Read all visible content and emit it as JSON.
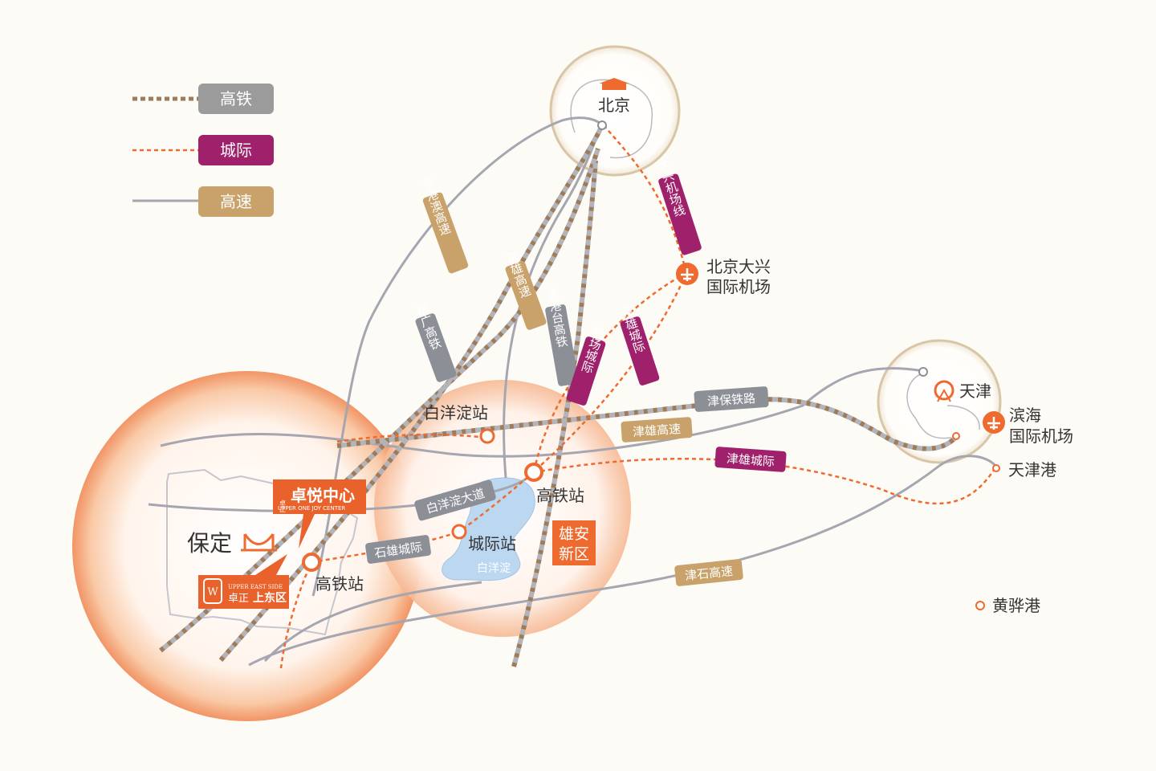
{
  "legend": {
    "high_speed_rail": {
      "label": "高铁",
      "color": "#9b9b9b"
    },
    "intercity": {
      "label": "城际",
      "color": "#a0216b"
    },
    "expressway": {
      "label": "高速",
      "color": "#c8a26a"
    }
  },
  "colors": {
    "rail_brown": "#9e7b5b",
    "intercity_orange": "#ee6a2f",
    "highway_gray": "#a6a6b0",
    "label_gray": "#8c8f96",
    "label_gold": "#c8a26a",
    "label_magenta": "#a0216b",
    "project_orange": "#e9622b"
  },
  "places": {
    "beijing": "北京",
    "tianjin": "天津",
    "daxing_airport": [
      "北京大兴",
      "国际机场"
    ],
    "binhai_airport": [
      "滨海",
      "国际机场"
    ],
    "tianjin_port": "天津港",
    "huanghua_port": "黄骅港",
    "baoding": "保定",
    "baiyangdian_station": "白洋淀站",
    "xiongan_hsr_station": "高铁站",
    "xiongan_intercity_station": "城际站",
    "baoding_hsr_station": "高铁站",
    "baiyangdian_lake": "白洋淀",
    "xiongan_new_area": [
      "雄安",
      "新区"
    ]
  },
  "routes": {
    "jinggangao_expressway": "京港澳高速",
    "jingguang_hsr": "京广高铁",
    "jingxiong_expressway": "京雄高速",
    "jinggangtai_hsr": "京港台高铁",
    "airport_intercity": "机场城际",
    "jingxiong_intercity": "京雄城际",
    "daxing_airport_line": "大兴机场线",
    "jinbao_railway": "津保铁路",
    "jinxiong_expressway": "津雄高速",
    "jinxiong_intercity": "津雄城际",
    "baiyangdian_avenue": "白洋淀大道",
    "shixiong_intercity": "石雄城际",
    "jinshi_expressway": "津石高速"
  },
  "projects": {
    "joy_center": {
      "brand": "卓正",
      "name": "卓悦中心",
      "english": "UPPER ONE  JOY CENTER"
    },
    "upper_east_side": {
      "english": "UPPER EAST SIDE",
      "brand": "卓正",
      "name": "上东区"
    }
  }
}
